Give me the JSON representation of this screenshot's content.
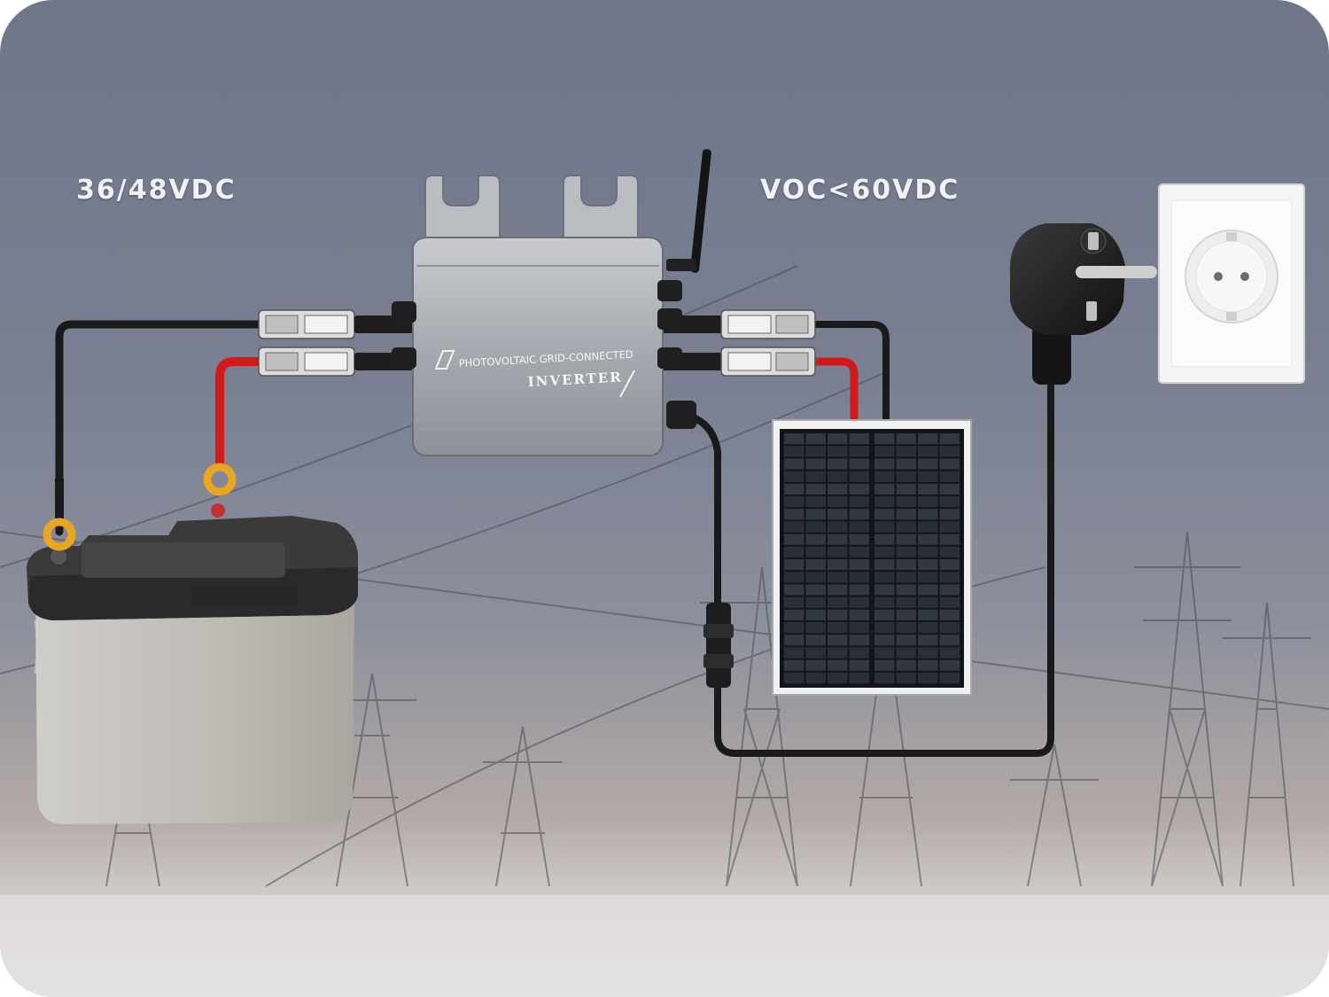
{
  "labels": {
    "battery_voltage": "36/48VDC",
    "panel_voltage": "VOC<60VDC"
  },
  "inverter": {
    "line1": "PHOTOVOLTAIC GRID-CONNECTED",
    "line2": "INVERTER"
  },
  "colors": {
    "positive_cable": "#d11b1b",
    "negative_cable": "#1a1a1a",
    "ring_terminal": "#e8a623",
    "inverter_body": "#a8abb0"
  }
}
